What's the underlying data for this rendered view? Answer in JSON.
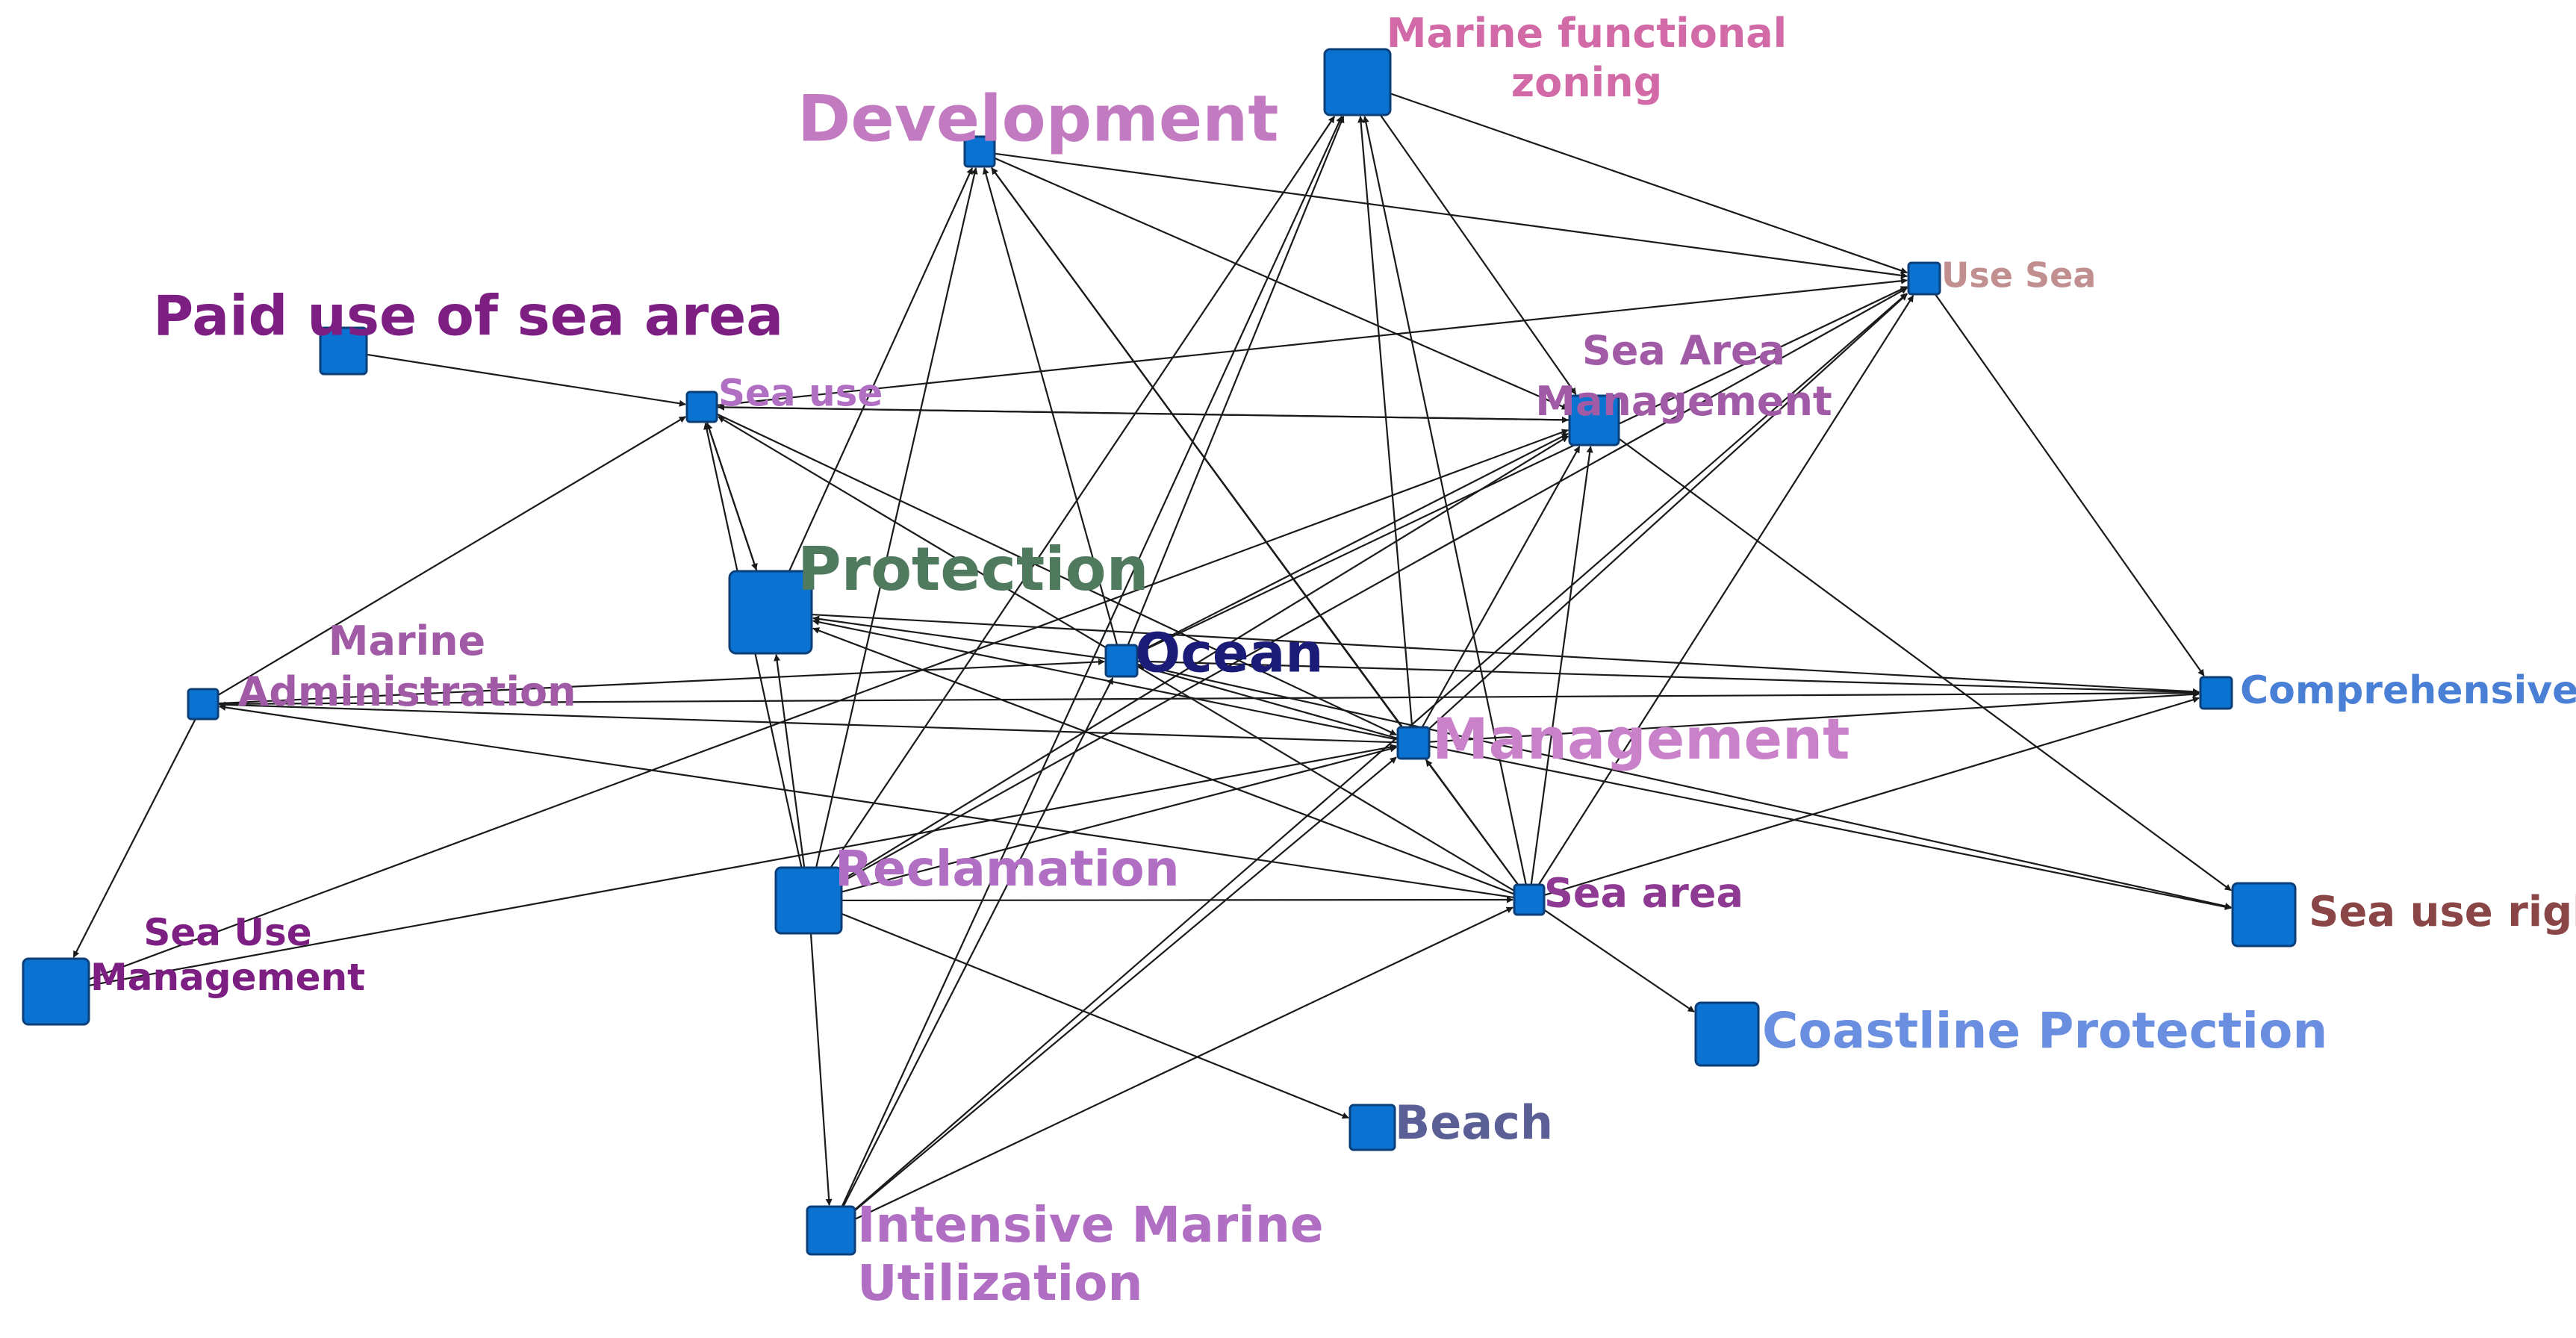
{
  "nodes": [
    {
      "id": "development",
      "label": "Development",
      "color": "#c27bc0"
    },
    {
      "id": "marine_functional_zoning",
      "label": "Marine functional zoning",
      "lines": [
        "Marine functional",
        "zoning"
      ],
      "color": "#d36aa8"
    },
    {
      "id": "use_sea",
      "label": "Use Sea",
      "color": "#c18f8f"
    },
    {
      "id": "paid_use",
      "label": "Paid use of sea area",
      "color": "#7d1f82"
    },
    {
      "id": "sea_use",
      "label": "Sea use",
      "color": "#b16fc4"
    },
    {
      "id": "sea_area_management",
      "label": "Sea Area Management",
      "lines": [
        "Sea Area",
        "Management"
      ],
      "color": "#a15aa6"
    },
    {
      "id": "protection",
      "label": "Protection",
      "color": "#4f7a5e"
    },
    {
      "id": "ocean",
      "label": "Ocean",
      "color": "#1b1b78"
    },
    {
      "id": "marine_administration",
      "label": "Marine Administration",
      "lines": [
        "Marine",
        "Administration"
      ],
      "color": "#a15aa6"
    },
    {
      "id": "comprehensive",
      "label": "Comprehensive",
      "color": "#4a7fd6"
    },
    {
      "id": "management",
      "label": "Management",
      "color": "#c982c9"
    },
    {
      "id": "reclamation",
      "label": "Reclamation",
      "color": "#b16fc4"
    },
    {
      "id": "sea_area",
      "label": "Sea area",
      "color": "#8e3a93"
    },
    {
      "id": "sea_use_right",
      "label": "Sea use right",
      "color": "#8a4646"
    },
    {
      "id": "sea_use_management",
      "label": "Sea Use Management",
      "lines": [
        "Sea Use",
        "Management"
      ],
      "color": "#7d1f82"
    },
    {
      "id": "coastline_protection",
      "label": "Coastline Protection",
      "color": "#6a8ee0"
    },
    {
      "id": "beach",
      "label": "Beach",
      "color": "#5a5f96"
    },
    {
      "id": "intensive_marine_utilization",
      "label": "Intensive Marine Utilization",
      "lines": [
        "Intensive Marine",
        "Utilization"
      ],
      "color": "#b16fc4"
    }
  ],
  "edges": [
    [
      "paid_use",
      "sea_use"
    ],
    [
      "sea_use",
      "protection"
    ],
    [
      "sea_use",
      "sea_area_management"
    ],
    [
      "sea_use",
      "use_sea"
    ],
    [
      "sea_use",
      "management"
    ],
    [
      "reclamation",
      "sea_use"
    ],
    [
      "reclamation",
      "protection"
    ],
    [
      "reclamation",
      "development"
    ],
    [
      "reclamation",
      "marine_functional_zoning"
    ],
    [
      "reclamation",
      "sea_area_management"
    ],
    [
      "reclamation",
      "management"
    ],
    [
      "reclamation",
      "sea_area"
    ],
    [
      "reclamation",
      "beach"
    ],
    [
      "reclamation",
      "intensive_marine_utilization"
    ],
    [
      "reclamation",
      "use_sea"
    ],
    [
      "ocean",
      "protection"
    ],
    [
      "ocean",
      "development"
    ],
    [
      "ocean",
      "marine_functional_zoning"
    ],
    [
      "ocean",
      "sea_area_management"
    ],
    [
      "ocean",
      "comprehensive"
    ],
    [
      "ocean",
      "sea_use_right"
    ],
    [
      "management",
      "protection"
    ],
    [
      "management",
      "development"
    ],
    [
      "management",
      "marine_functional_zoning"
    ],
    [
      "management",
      "use_sea"
    ],
    [
      "management",
      "sea_area_management"
    ],
    [
      "management",
      "comprehensive"
    ],
    [
      "management",
      "sea_use_right"
    ],
    [
      "management",
      "marine_administration"
    ],
    [
      "management",
      "ocean"
    ],
    [
      "sea_area",
      "management"
    ],
    [
      "sea_area",
      "protection"
    ],
    [
      "sea_area",
      "marine_functional_zoning"
    ],
    [
      "sea_area",
      "sea_area_management"
    ],
    [
      "sea_area",
      "use_sea"
    ],
    [
      "sea_area",
      "comprehensive"
    ],
    [
      "sea_area",
      "coastline_protection"
    ],
    [
      "sea_area",
      "development"
    ],
    [
      "sea_area",
      "sea_use"
    ],
    [
      "sea_area",
      "marine_administration"
    ],
    [
      "intensive_marine_utilization",
      "ocean"
    ],
    [
      "intensive_marine_utilization",
      "marine_functional_zoning"
    ],
    [
      "intensive_marine_utilization",
      "management"
    ],
    [
      "intensive_marine_utilization",
      "sea_area"
    ],
    [
      "intensive_marine_utilization",
      "use_sea"
    ],
    [
      "development",
      "use_sea"
    ],
    [
      "development",
      "sea_area_management"
    ],
    [
      "marine_functional_zoning",
      "use_sea"
    ],
    [
      "marine_functional_zoning",
      "sea_area_management"
    ],
    [
      "use_sea",
      "comprehensive"
    ],
    [
      "sea_area_management",
      "sea_use_right"
    ],
    [
      "sea_area_management",
      "sea_use"
    ],
    [
      "marine_administration",
      "sea_use_management"
    ],
    [
      "marine_administration",
      "ocean"
    ],
    [
      "marine_administration",
      "sea_use"
    ],
    [
      "marine_administration",
      "comprehensive"
    ],
    [
      "sea_use_management",
      "management"
    ],
    [
      "sea_use_management",
      "sea_area_management"
    ],
    [
      "protection",
      "development"
    ],
    [
      "protection",
      "comprehensive"
    ],
    [
      "protection",
      "sea_use"
    ],
    [
      "ocean",
      "use_sea"
    ]
  ]
}
